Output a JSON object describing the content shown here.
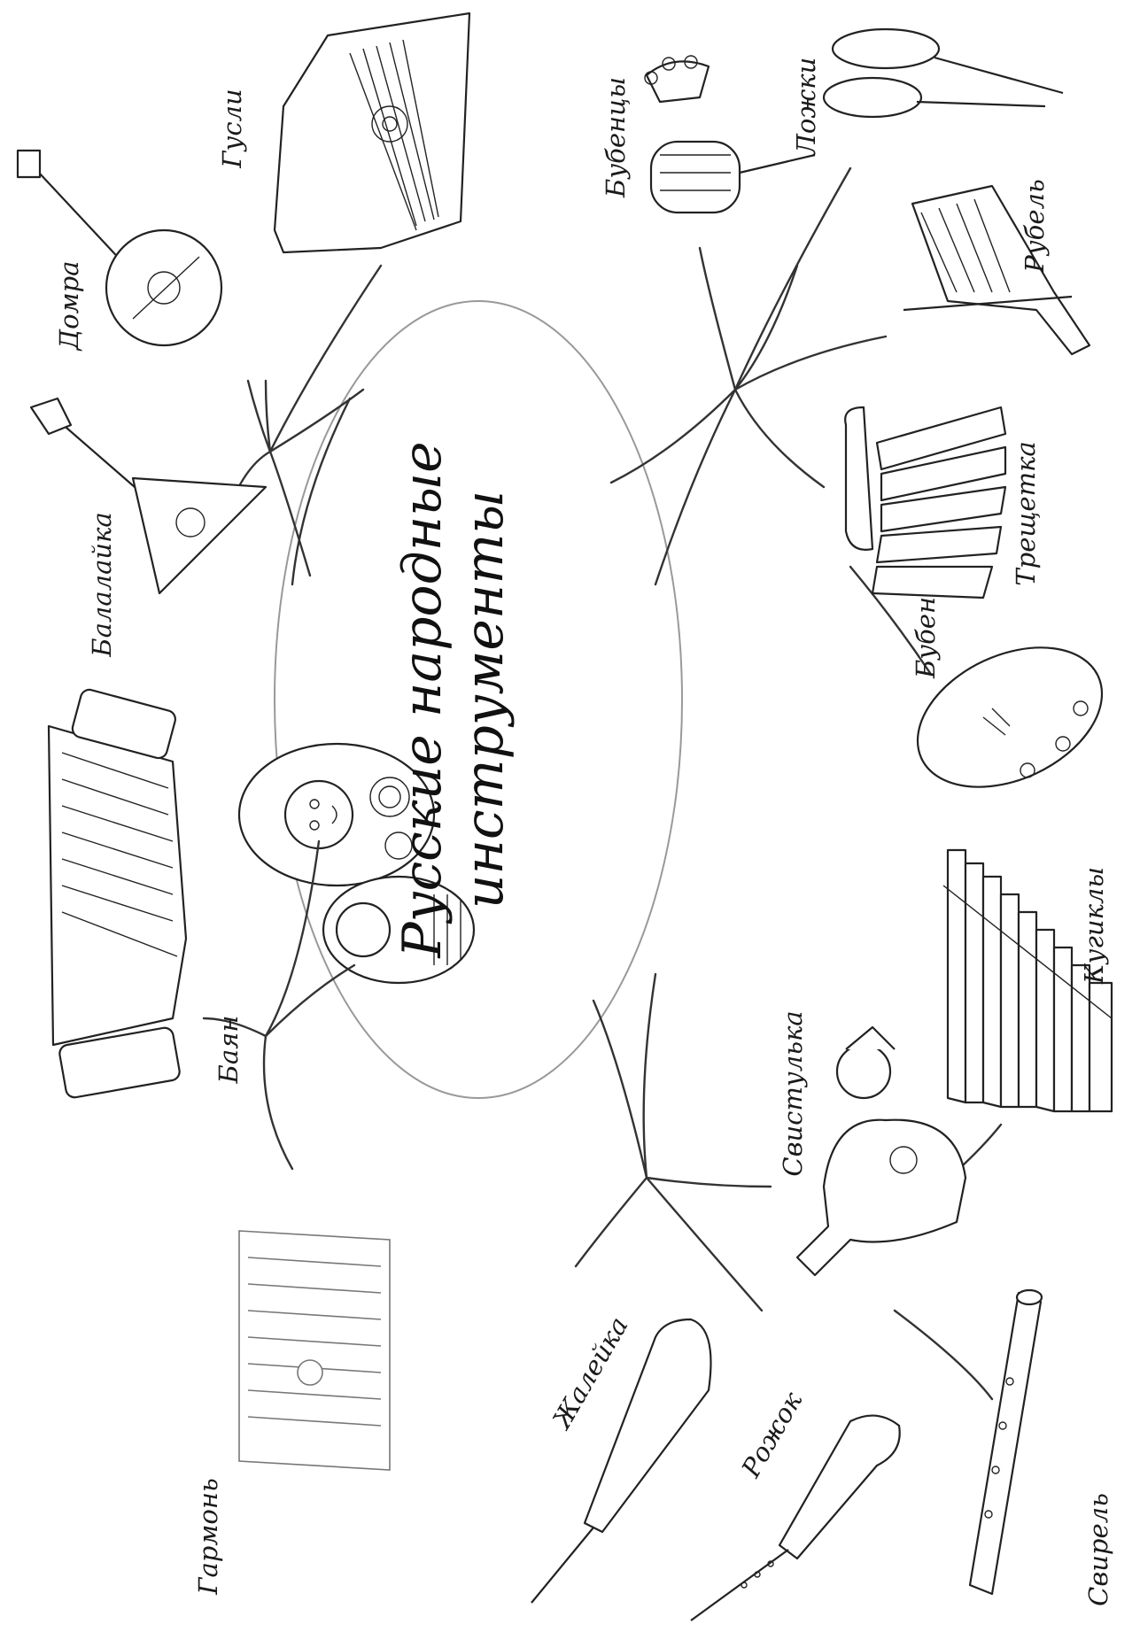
{
  "diagram": {
    "title_line1": "Русские народные",
    "title_line2": "инструменты",
    "instruments": {
      "gusli": "Гусли",
      "domra": "Домра",
      "balalaika": "Балалайка",
      "bubentsy": "Бубенцы",
      "lozhki": "Ложки",
      "rubel": "Рубель",
      "treshchotka": "Трещетка",
      "buben": "Бубен",
      "bayan": "Баян",
      "garmon": "Гармонь",
      "kugikly": "Кугиклы",
      "svistulka": "Свистулька",
      "zhaleika": "Жалейка",
      "rozhok": "Рожок",
      "svirel": "Свирель"
    }
  }
}
